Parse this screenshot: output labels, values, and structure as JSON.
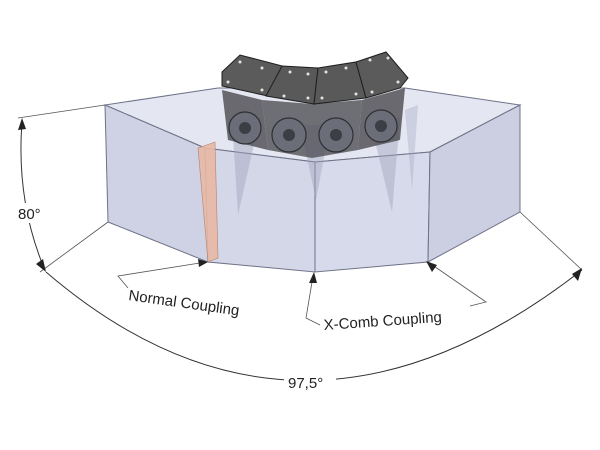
{
  "labels": {
    "vertical_angle": "80°",
    "horizontal_angle": "97,5°",
    "normal_coupling": "Normal Coupling",
    "xcomb_coupling": "X-Comb Coupling"
  },
  "colors": {
    "volume_fill": "#c9cde3",
    "volume_stroke": "#6e7288",
    "cabinet_top": "#5b5b5b",
    "normal_coupling_highlight": "#e8b8a4"
  }
}
